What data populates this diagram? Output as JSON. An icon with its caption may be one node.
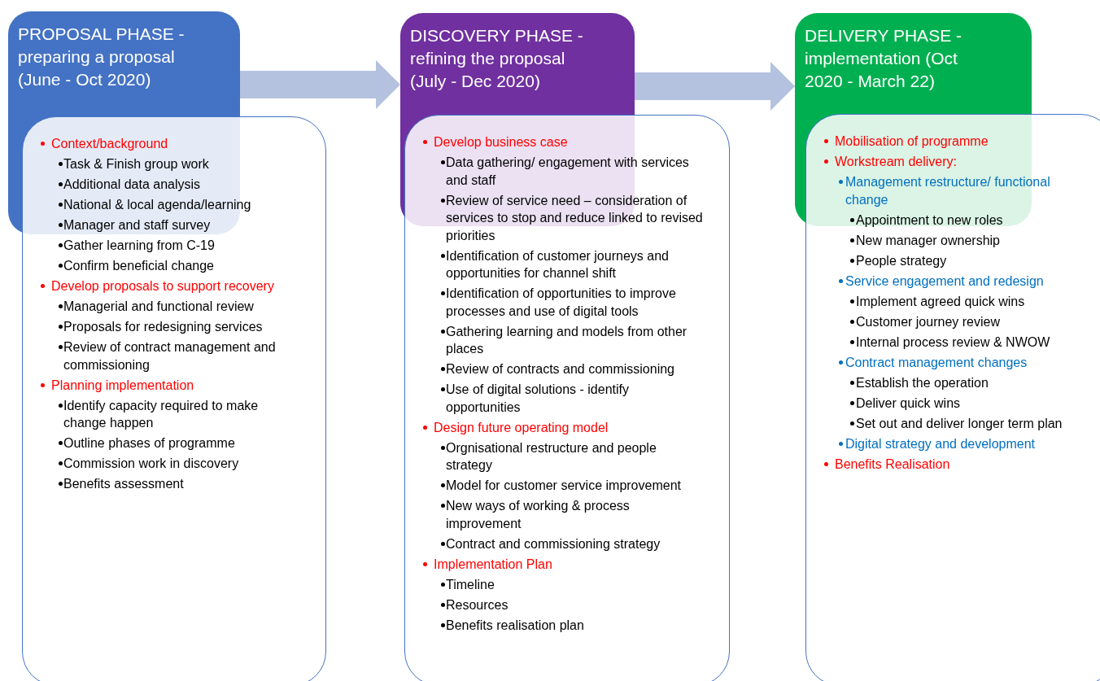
{
  "diagram": {
    "nodes": [
      {
        "text": [
          "PROPOSAL PHASE - preparing a proposal (June - Oct 2020)"
        ]
      },
      {
        "text": [
          "Context/background",
          "Task & Finish group work",
          "Additional data analysis",
          "National & local agenda/learning",
          "Manager and staff survey",
          "Gather learning from C-19",
          "Confirm beneficial change",
          "Develop proposals to support recovery",
          "Managerial and functional review",
          "Proposals for redesigning services",
          "Review of contract management and commissioning",
          "Planning implementation",
          "Identify capacity required to make change happen",
          "Outline phases of programme",
          "Commission work in discovery",
          "Benefits assessment"
        ]
      },
      {
        "text": [
          "DISCOVERY PHASE - refining the proposal (July - Dec 2020)"
        ]
      },
      {
        "text": [
          "Develop business case",
          "Data gathering/ engagement with services and staff",
          "Review of service need – consideration of services to stop and reduce linked to revised priorities",
          "Identification of customer journeys and opportunities for channel shift",
          "Identification of opportunities to improve processes and use of digital tools",
          "Gathering learning and models from other places",
          "Review of contracts and commissioning",
          "Use of digital solutions - identify opportunities",
          "Design future operating model",
          "Orgnisational restructure and people strategy",
          "Model for customer service improvement",
          "New ways of working & process improvement",
          "Contract and commissioning strategy",
          "Implementation Plan",
          "Timeline",
          "Resources",
          "Benefits realisation plan"
        ]
      },
      {
        "text": [
          "DELIVERY PHASE - implementation (Oct 2020 - March 22)"
        ]
      },
      {
        "text": [
          "Mobilisation of programme",
          "Workstream delivery:",
          "Management restructure/ functional change",
          "Appointment to new roles",
          "New manager ownership",
          "People strategy",
          "Service engagement and redesign",
          "Implement agreed quick wins",
          "Customer journey review",
          "Internal process review & NWOW",
          "Contract management changes",
          "Establish the operation",
          "Deliver quick wins",
          "Set out and deliver longer term plan",
          "Digital strategy and development",
          "Benefits Realisation"
        ]
      }
    ],
    "edges": [
      {
        "from": 0,
        "to": 2,
        "arrow": "to"
      },
      {
        "from": 2,
        "to": 4,
        "arrow": "to"
      }
    ]
  }
}
